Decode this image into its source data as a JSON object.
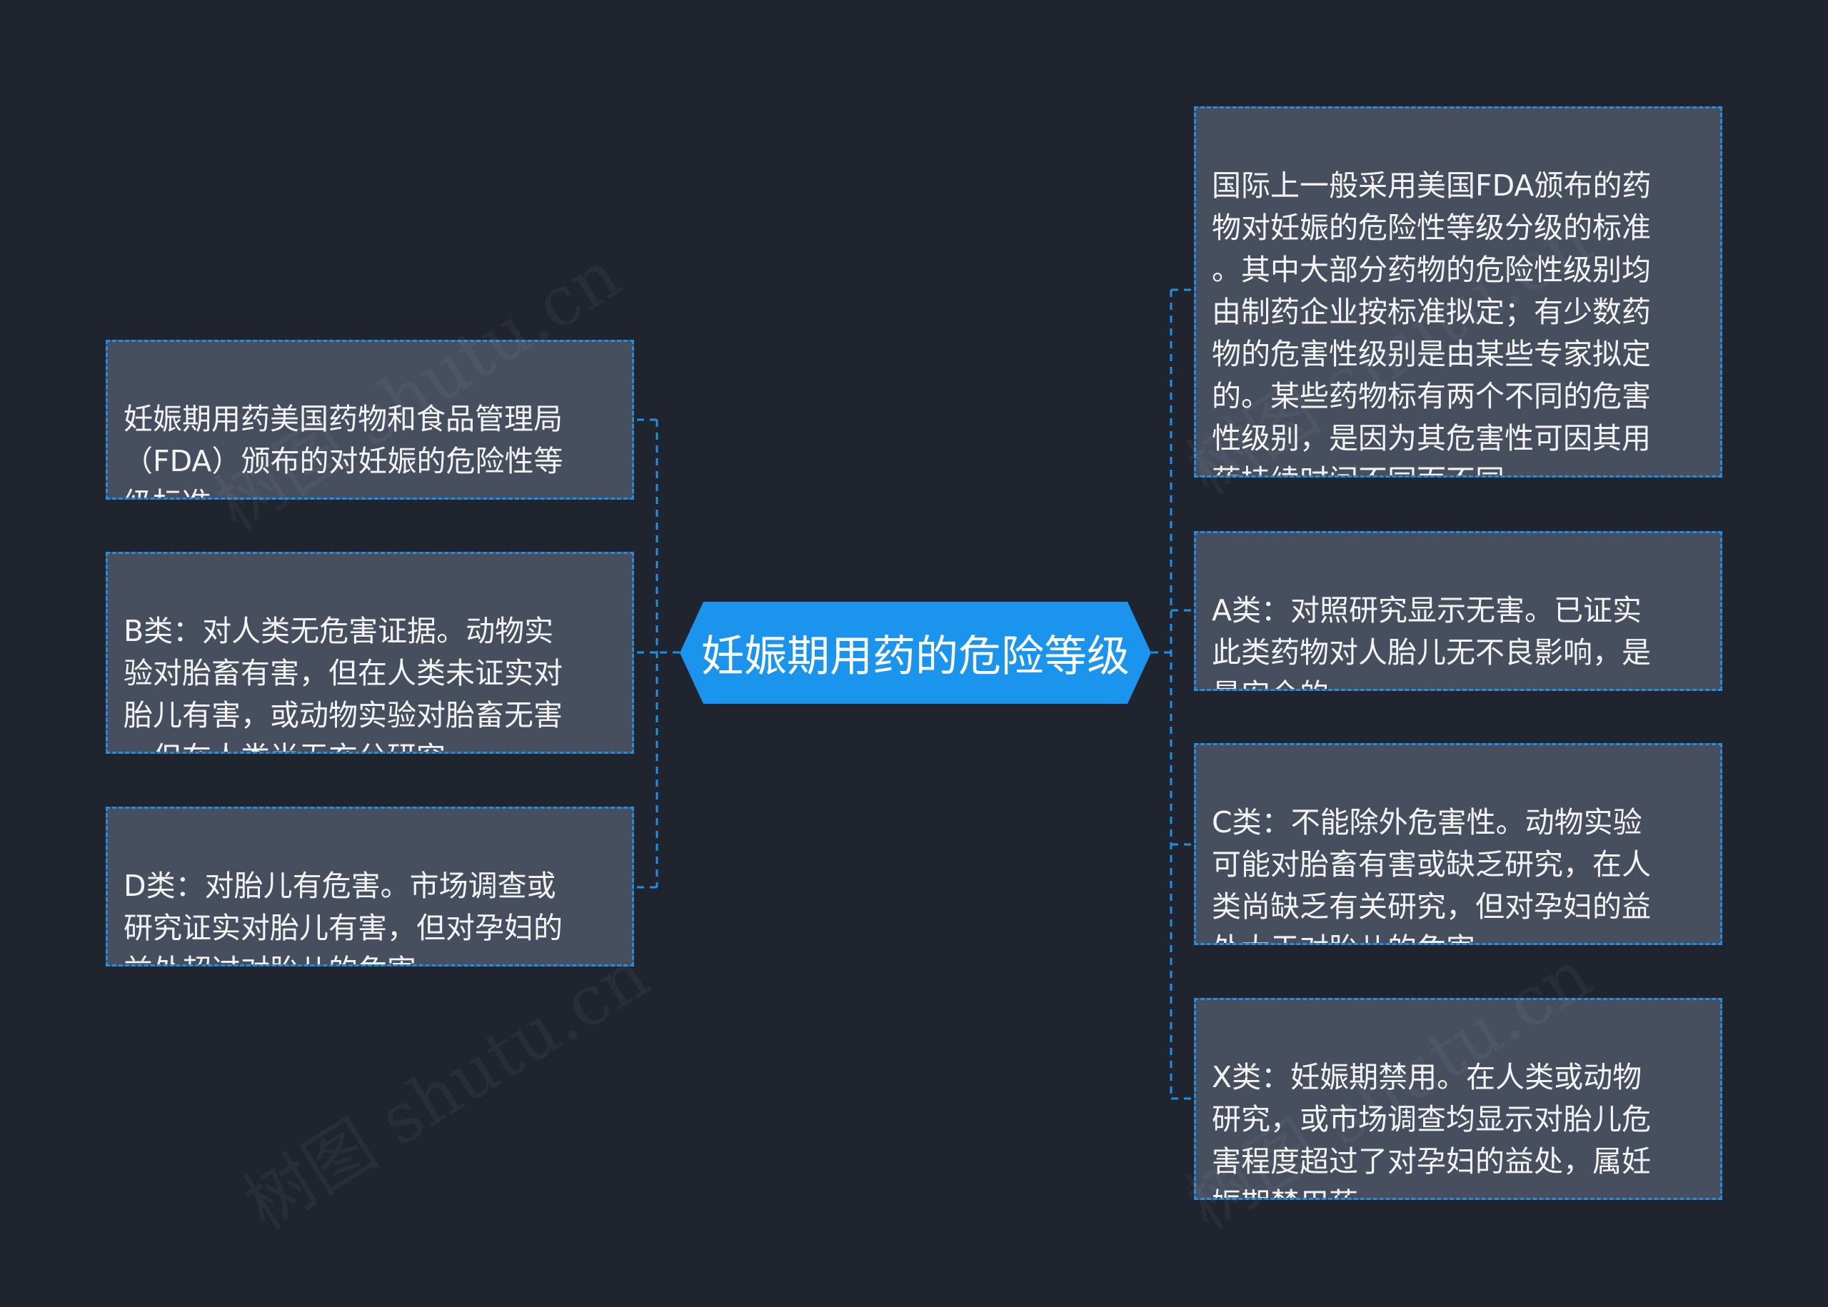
{
  "root": {
    "title": "妊娠期用药的危险等级"
  },
  "left_nodes": [
    {
      "text": "妊娠期用药美国药物和食品管理局\n（FDA）颁布的对妊娠的危险性等\n级标准"
    },
    {
      "text": "B类：对人类无危害证据。动物实\n验对胎畜有害，但在人类未证实对\n胎儿有害，或动物实验对胎畜无害\n，但在人类尚无充分研究。"
    },
    {
      "text": "D类：对胎儿有危害。市场调查或\n研究证实对胎儿有害，但对孕妇的\n益处超过对胎儿的危害。"
    }
  ],
  "right_nodes": [
    {
      "text": "国际上一般采用美国FDA颁布的药\n物对妊娠的危险性等级分级的标准\n。其中大部分药物的危险性级别均\n由制药企业按标准拟定；有少数药\n物的危害性级别是由某些专家拟定\n的。某些药物标有两个不同的危害\n性级别，是因为其危害性可因其用\n药持续时间不同而不同。"
    },
    {
      "text": "A类：对照研究显示无害。已证实\n此类药物对人胎儿无不良影响，是\n最安全的。"
    },
    {
      "text": "C类：不能除外危害性。动物实验\n可能对胎畜有害或缺乏研究，在人\n类尚缺乏有关研究，但对孕妇的益\n处大于对胎儿的危害。"
    },
    {
      "text": "X类：妊娠期禁用。在人类或动物\n研究，或市场调查均显示对胎儿危\n害程度超过了对孕妇的益处，属妊\n娠期禁用药。"
    }
  ],
  "watermark": "树图 shutu.cn",
  "colors": {
    "background": "#20242f",
    "node_fill": "#474f5f",
    "accent": "#1a94ec",
    "connector": "#1d8fe5"
  }
}
